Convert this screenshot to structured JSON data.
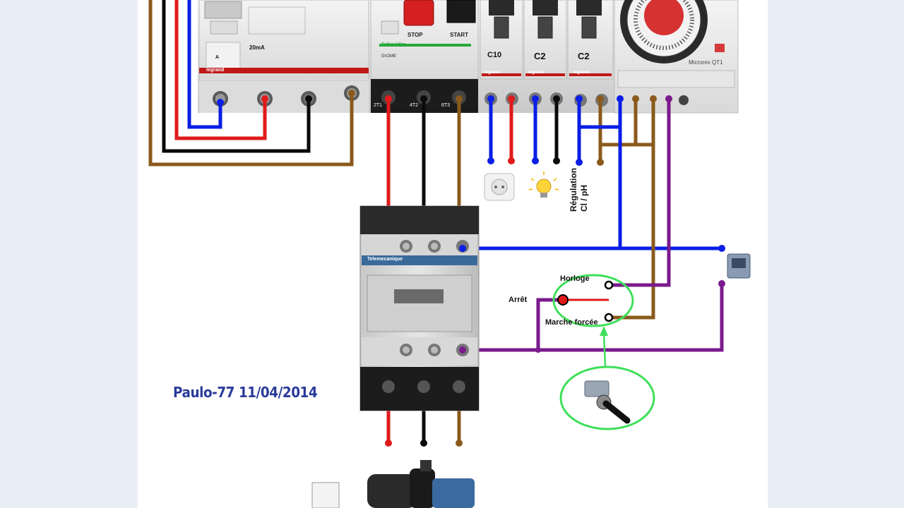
{
  "author": "Paulo-77 11/04/2014",
  "panel": {
    "differential": {
      "rating": "20mA",
      "letter": "A",
      "brand": "legrand"
    },
    "motor_breaker": {
      "brand": "Schneider",
      "model": "GV2ME",
      "stop_label": "STOP",
      "start_label": "START",
      "terminals": [
        "2T1",
        "4T2",
        "6T3"
      ]
    },
    "breakers": [
      {
        "rating": "C10",
        "brand": "legrand"
      },
      {
        "rating": "C2",
        "brand": "legrand"
      },
      {
        "rating": "C2",
        "brand": "legrand"
      }
    ],
    "timer": {
      "brand": "Microrex QT1"
    }
  },
  "contactor": {
    "brand": "Telemecanique"
  },
  "loads": {
    "regulation_line1": "Régulation",
    "regulation_line2": "Cl / pH"
  },
  "switch": {
    "stop_label": "Arrêt",
    "clock_label": "Horloge",
    "forced_label": "Marche forcée"
  },
  "colors": {
    "phase_red": "#e01a1a",
    "neutral_blue": "#0a1ee6",
    "phase_black": "#0a0a0a",
    "phase_brown": "#8a5a1c",
    "control_purple": "#7a1a8c",
    "highlight_green": "#3ee05a",
    "author_blue": "#2a3b9a"
  }
}
